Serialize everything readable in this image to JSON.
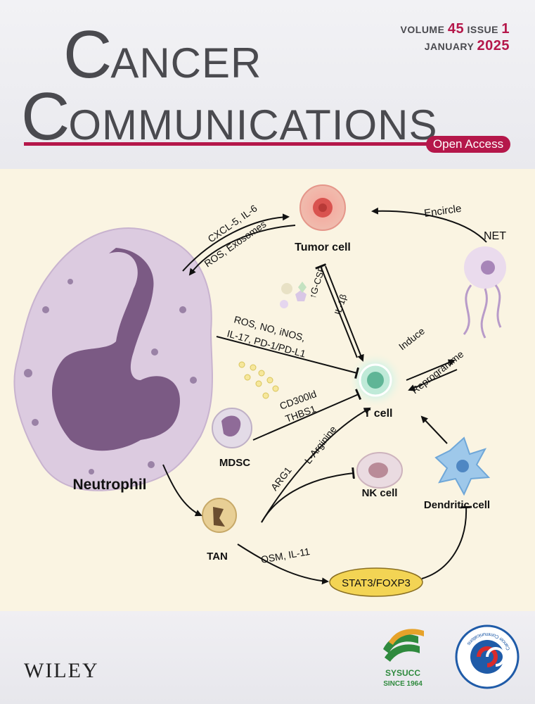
{
  "header": {
    "title_line1": {
      "cap": "C",
      "rest": "ANCER"
    },
    "title_line2": {
      "cap": "C",
      "rest": "OMMUNICATIONS"
    },
    "volume_label": "VOLUME",
    "volume_number": "45",
    "issue_label": "ISSUE",
    "issue_number": "1",
    "month": "JANUARY",
    "year": "2025",
    "open_access": "Open Access"
  },
  "figure": {
    "neutrophil": "Neutrophil",
    "tumor_cell": "Tumor cell",
    "t_cell": "T cell",
    "mdsc": "MDSC",
    "tan": "TAN",
    "nk_cell": "NK cell",
    "dendritic_cell": "Dendritic cell",
    "net": "NET",
    "stat3_foxp3": "STAT3/FOXP3",
    "cxcl5_il6": "CXCL-5, IL-6",
    "ros_exosomes": "ROS, Exosomes",
    "g_csf": "↑G-CSF",
    "il1b": "IL-1β",
    "encircle": "Encircle",
    "induce": "Induce",
    "reprogramme": "Reprogramme",
    "ros_line1": "ROS, NO, iNOS,",
    "ros_line2": "IL-17, PD-1/PD-L1",
    "cd300ld": "CD300ld",
    "thbs1": "THBS1",
    "arg1": "ARG1",
    "l_arginine": "L-Arginine",
    "osm_il11": "OSM, IL-11"
  },
  "footer": {
    "publisher": "WILEY",
    "sysucc": "SYSUCC",
    "since": "SINCE 1964",
    "cc_ring": "Cancer Communications"
  },
  "colors": {
    "brand": "#b5174a",
    "title_gray": "#4a4a4f",
    "art_background": "#faf4e2",
    "neutrophil": "#d9c8de",
    "nucleus": "#7a5a82",
    "stat3_fill": "#f3d454"
  }
}
